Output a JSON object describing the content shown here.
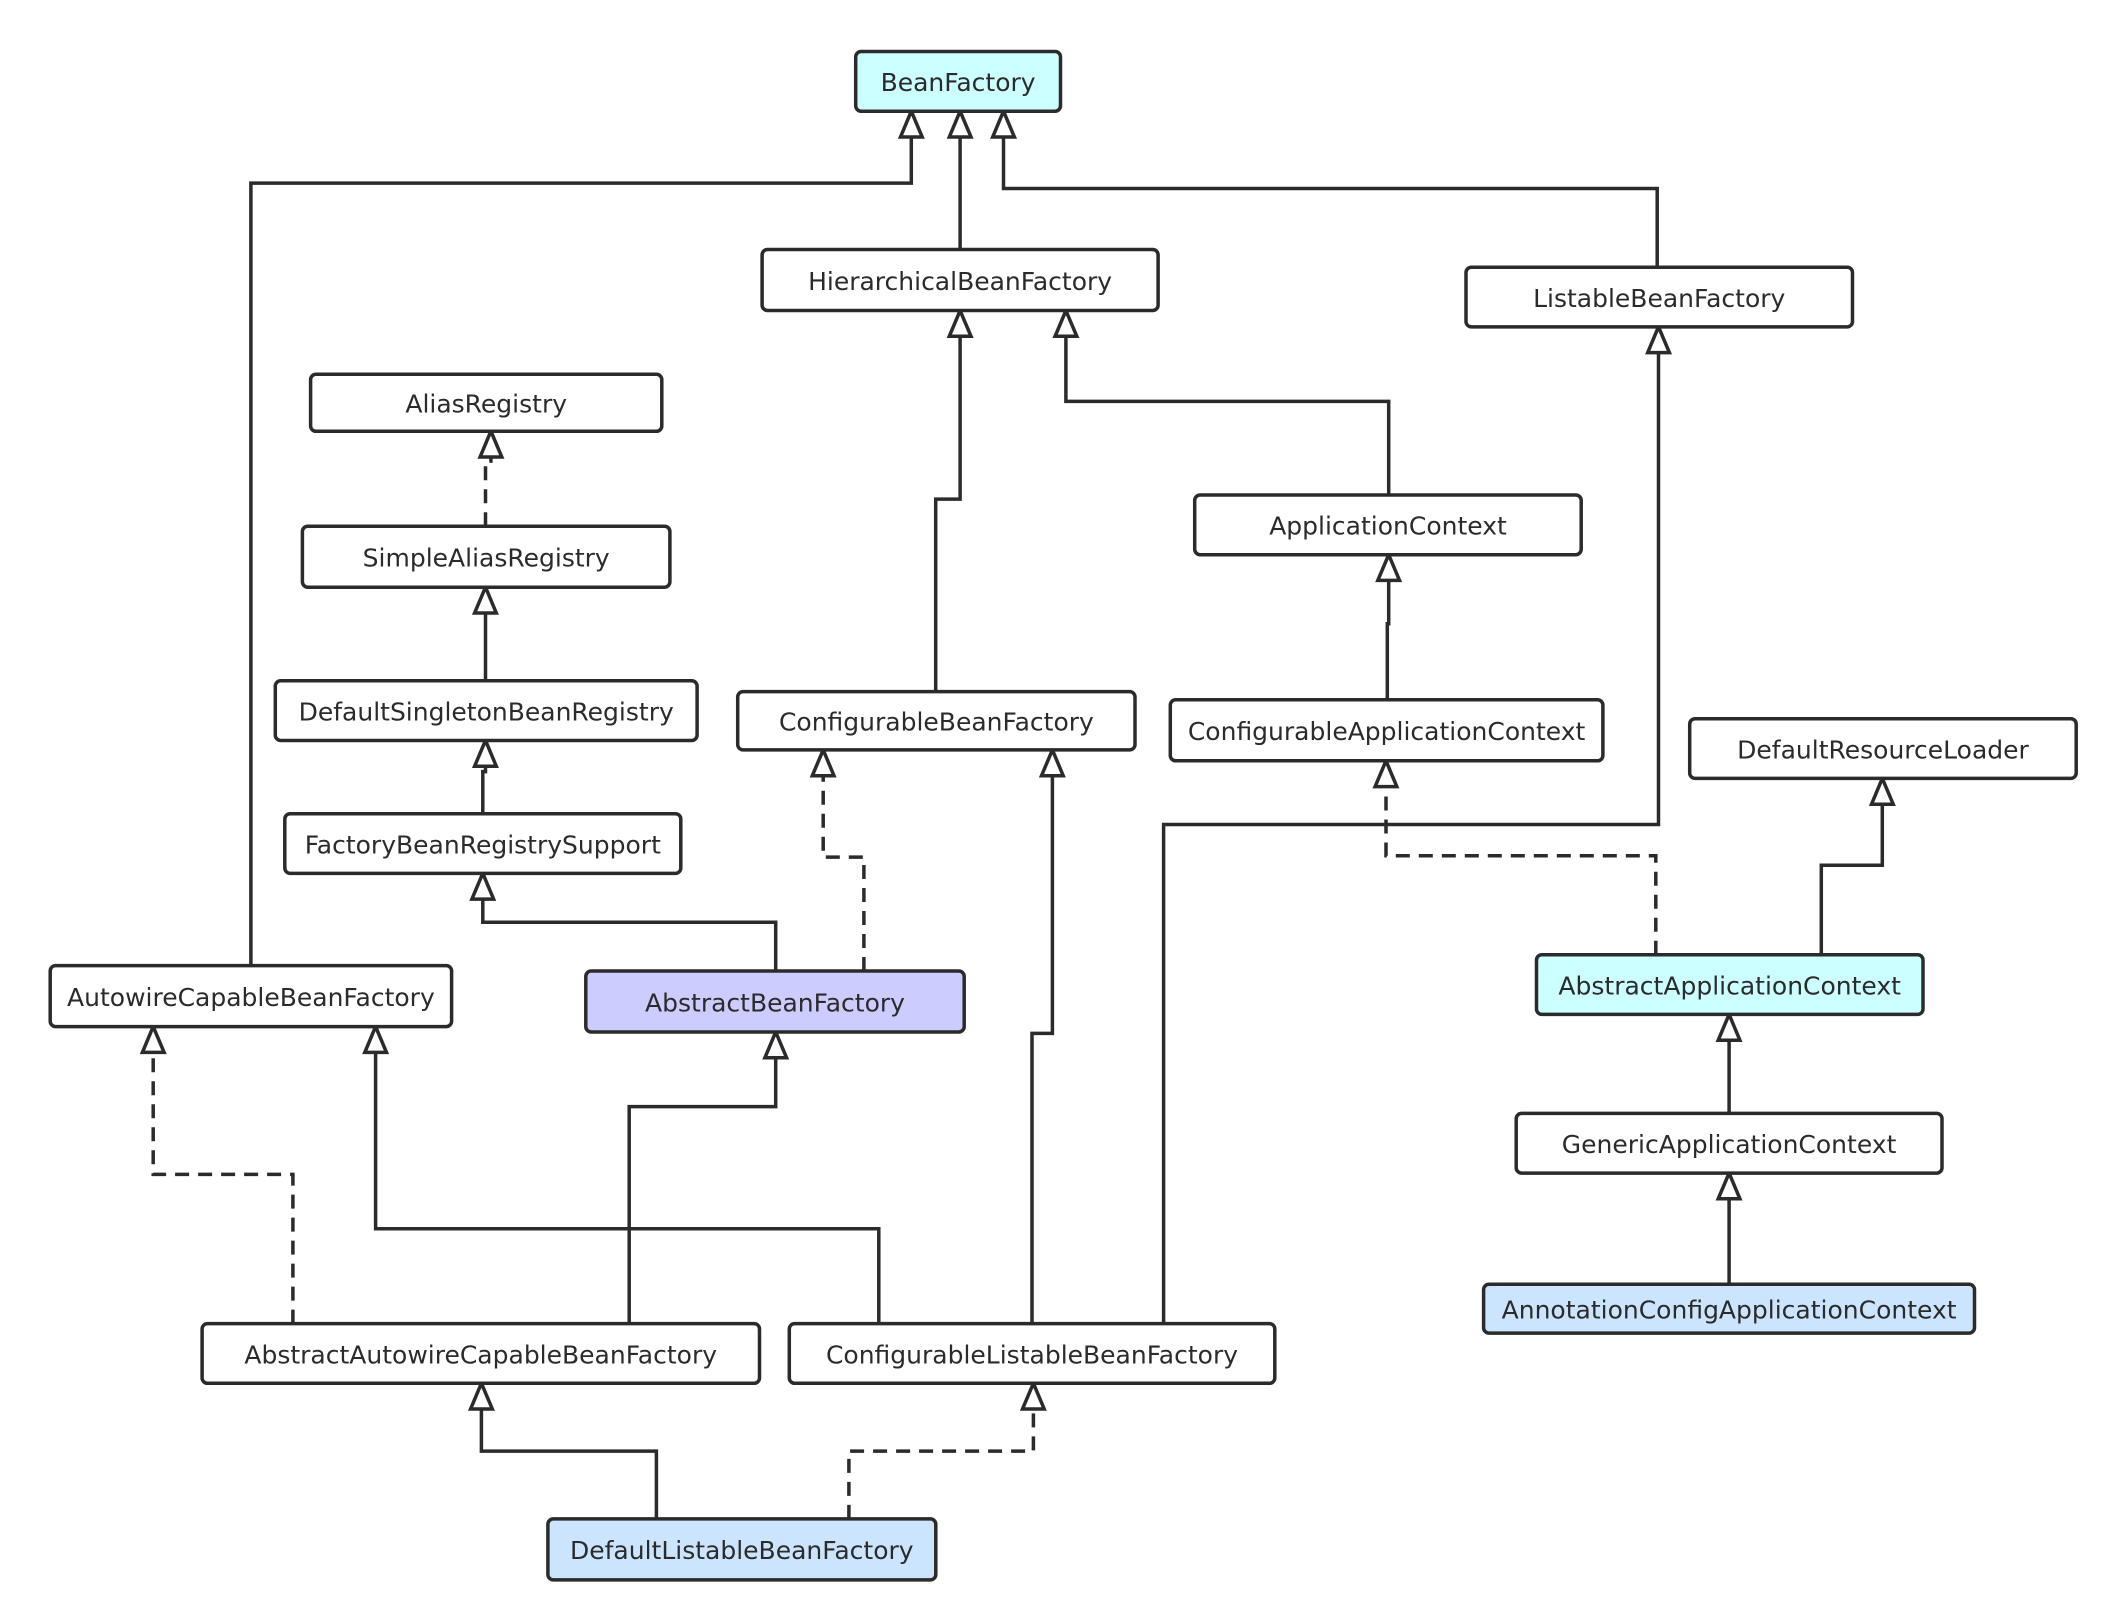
{
  "colors": {
    "default_fill": "#ffffff",
    "cyan_fill": "#ccffff",
    "purple_fill": "#ccccff",
    "blue_fill": "#cce5ff",
    "stroke": "#2b2b2b"
  },
  "nodes": {
    "bean_factory": {
      "label": "BeanFactory",
      "fill": "#ccffff"
    },
    "hierarchical_bean_factory": {
      "label": "HierarchicalBeanFactory",
      "fill": "#ffffff"
    },
    "listable_bean_factory": {
      "label": "ListableBeanFactory",
      "fill": "#ffffff"
    },
    "alias_registry": {
      "label": "AliasRegistry",
      "fill": "#ffffff"
    },
    "simple_alias_registry": {
      "label": "SimpleAliasRegistry",
      "fill": "#ffffff"
    },
    "default_singleton_bean_registry": {
      "label": "DefaultSingletonBeanRegistry",
      "fill": "#ffffff"
    },
    "factory_bean_registry_support": {
      "label": "FactoryBeanRegistrySupport",
      "fill": "#ffffff"
    },
    "configurable_bean_factory": {
      "label": "ConfigurableBeanFactory",
      "fill": "#ffffff"
    },
    "application_context": {
      "label": "ApplicationContext",
      "fill": "#ffffff"
    },
    "configurable_application_context": {
      "label": "ConfigurableApplicationContext",
      "fill": "#ffffff"
    },
    "default_resource_loader": {
      "label": "DefaultResourceLoader",
      "fill": "#ffffff"
    },
    "autowire_capable_bean_factory": {
      "label": "AutowireCapableBeanFactory",
      "fill": "#ffffff"
    },
    "abstract_bean_factory": {
      "label": "AbstractBeanFactory",
      "fill": "#ccccff"
    },
    "abstract_application_context": {
      "label": "AbstractApplicationContext",
      "fill": "#ccffff"
    },
    "generic_application_context": {
      "label": "GenericApplicationContext",
      "fill": "#ffffff"
    },
    "annotation_config_application_context": {
      "label": "AnnotationConfigApplicationContext",
      "fill": "#cce5ff"
    },
    "abstract_autowire_capable_bean_factory": {
      "label": "AbstractAutowireCapableBeanFactory",
      "fill": "#ffffff"
    },
    "configurable_listable_bean_factory": {
      "label": "ConfigurableListableBeanFactory",
      "fill": "#ffffff"
    },
    "default_listable_bean_factory": {
      "label": "DefaultListableBeanFactory",
      "fill": "#cce5ff"
    }
  },
  "edges": [
    {
      "from": "hierarchical_bean_factory",
      "to": "bean_factory",
      "kind": "extends"
    },
    {
      "from": "listable_bean_factory",
      "to": "bean_factory",
      "kind": "extends"
    },
    {
      "from": "autowire_capable_bean_factory",
      "to": "bean_factory",
      "kind": "extends"
    },
    {
      "from": "simple_alias_registry",
      "to": "alias_registry",
      "kind": "implements"
    },
    {
      "from": "default_singleton_bean_registry",
      "to": "simple_alias_registry",
      "kind": "extends"
    },
    {
      "from": "factory_bean_registry_support",
      "to": "default_singleton_bean_registry",
      "kind": "extends"
    },
    {
      "from": "abstract_bean_factory",
      "to": "factory_bean_registry_support",
      "kind": "extends"
    },
    {
      "from": "abstract_bean_factory",
      "to": "configurable_bean_factory",
      "kind": "implements"
    },
    {
      "from": "configurable_bean_factory",
      "to": "hierarchical_bean_factory",
      "kind": "extends"
    },
    {
      "from": "application_context",
      "to": "hierarchical_bean_factory",
      "kind": "extends"
    },
    {
      "from": "configurable_application_context",
      "to": "application_context",
      "kind": "extends"
    },
    {
      "from": "abstract_application_context",
      "to": "configurable_application_context",
      "kind": "implements"
    },
    {
      "from": "abstract_application_context",
      "to": "default_resource_loader",
      "kind": "extends"
    },
    {
      "from": "generic_application_context",
      "to": "abstract_application_context",
      "kind": "extends"
    },
    {
      "from": "annotation_config_application_context",
      "to": "generic_application_context",
      "kind": "extends"
    },
    {
      "from": "abstract_autowire_capable_bean_factory",
      "to": "abstract_bean_factory",
      "kind": "extends"
    },
    {
      "from": "abstract_autowire_capable_bean_factory",
      "to": "autowire_capable_bean_factory",
      "kind": "implements"
    },
    {
      "from": "configurable_listable_bean_factory",
      "to": "autowire_capable_bean_factory",
      "kind": "extends"
    },
    {
      "from": "configurable_listable_bean_factory",
      "to": "configurable_bean_factory",
      "kind": "extends"
    },
    {
      "from": "configurable_listable_bean_factory",
      "to": "listable_bean_factory",
      "kind": "extends"
    },
    {
      "from": "default_listable_bean_factory",
      "to": "abstract_autowire_capable_bean_factory",
      "kind": "extends"
    },
    {
      "from": "default_listable_bean_factory",
      "to": "configurable_listable_bean_factory",
      "kind": "implements"
    }
  ]
}
